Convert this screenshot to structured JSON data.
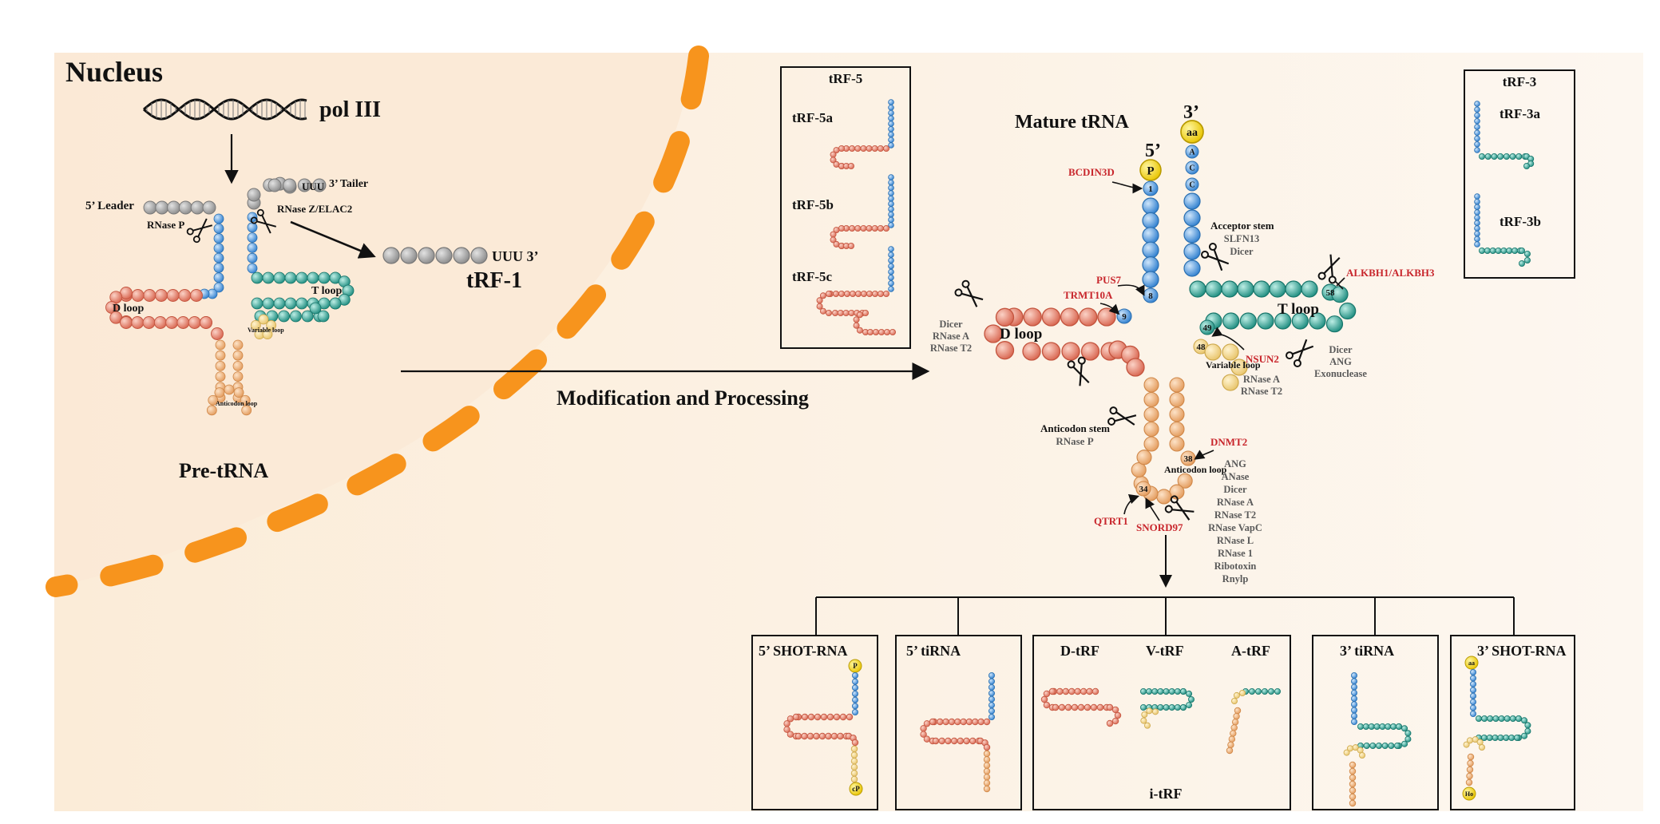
{
  "colors": {
    "nucleus_bg": "#fbeedd",
    "cytoplasm_bg": "#fdf6ee",
    "envelope": "#f7941d",
    "blue": "#4a9be0",
    "salmon": "#e8826e",
    "apricot": "#f0b27a",
    "yellow_loop": "#f3d98a",
    "teal": "#2fa89a",
    "grey_bead": "#9b9b9b",
    "red_text": "#c8262c"
  },
  "nucleus": {
    "title": "Nucleus",
    "pol_label": "pol III",
    "leader_label": "5’ Leader",
    "tailer_label": "3’ Tailer",
    "uuu_label": "UUU",
    "rnase_p_label": "RNase P",
    "rnase_z_label": "RNase Z/ELAC2",
    "d_loop_label": "D loop",
    "t_loop_label": "T loop",
    "variable_loop_label": "Variable loop",
    "anticodon_loop_label": "Anticodon loop",
    "pre_trna_label": "Pre-tRNA",
    "trf1_tail": "UUU 3’",
    "trf1_label": "tRF-1"
  },
  "process_arrow_label": "Modification and Processing",
  "trf5_box": {
    "title": "tRF-5",
    "items": [
      "tRF-5a",
      "tRF-5b",
      "tRF-5c"
    ]
  },
  "trf3_box": {
    "title": "tRF-3",
    "items": [
      "tRF-3a",
      "tRF-3b"
    ]
  },
  "mature": {
    "title": "Mature tRNA",
    "five_prime": "5’",
    "three_prime": "3’",
    "aa": "aa",
    "p": "P",
    "acc": [
      "A",
      "C",
      "C"
    ],
    "pos": {
      "n1": "1",
      "n8": "8",
      "n9": "9",
      "n34": "34",
      "n38": "38",
      "n48": "48",
      "n49": "49",
      "n58": "58"
    },
    "d_loop": "D loop",
    "t_loop": "T loop",
    "variable_loop": "Variable loop",
    "anticodon_loop": "Anticodon loop",
    "anticodon_stem": "Anticodon stem",
    "enzymes_red": {
      "bcdin3d": "BCDIN3D",
      "pus7": "PUS7",
      "trmt10a": "TRMT10A",
      "alkbh": "ALKBH1/ALKBH3",
      "nsun2": "NSUN2",
      "dnmt2": "DNMT2",
      "qtrt1": "QTRT1",
      "snord97": "SNORD97"
    },
    "acceptor_stem_title": "Acceptor stem",
    "acceptor_stem_enzymes": [
      "SLFN13",
      "Dicer"
    ],
    "d_loop_enzymes": [
      "Dicer",
      "RNase A",
      "RNase T2"
    ],
    "t_loop_enzymes": [
      "Dicer",
      "ANG",
      "Exonuclease"
    ],
    "variable_enzymes": [
      "RNase A",
      "RNase T2"
    ],
    "anticodon_stem_enzyme": "RNase P",
    "anticodon_enzymes": [
      "ANG",
      "ANase",
      "Dicer",
      "RNase A",
      "RNase T2",
      "RNase VapC",
      "RNase L",
      "RNase 1",
      "Ribotoxin",
      "Rnylp"
    ]
  },
  "bottom": {
    "shot5": "5’ SHOT-RNA",
    "tirna5": "5’ tiRNA",
    "dtrf": "D-tRF",
    "vtrf": "V-tRF",
    "atrf": "A-tRF",
    "itrf": "i-tRF",
    "tirna3": "3’ tiRNA",
    "shot3": "3’ SHOT-RNA",
    "p": "P",
    "cp": "cP",
    "aa": "aa",
    "ho": "Ho"
  }
}
